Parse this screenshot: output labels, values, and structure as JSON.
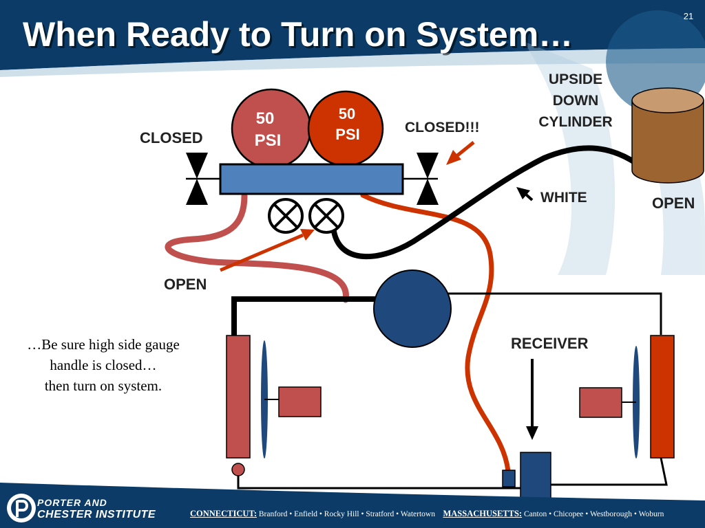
{
  "slide": {
    "number": "21",
    "title": "When Ready to Turn on System…"
  },
  "gauges": {
    "low_value": "50",
    "low_unit": "PSI",
    "high_value": "50",
    "high_unit": "PSI"
  },
  "labels": {
    "closed_left": "CLOSED",
    "closed_right": "CLOSED!!!",
    "open_bottom": "OPEN",
    "cylinder_line1": "UPSIDE",
    "cylinder_line2": "DOWN",
    "cylinder_line3": "CYLINDER",
    "white_hose": "WHITE",
    "open_cylinder": "OPEN",
    "receiver": "RECEIVER"
  },
  "note": {
    "line1": "…Be sure high side gauge",
    "line2": "handle  is closed…",
    "line3": "then turn on system."
  },
  "footer": {
    "logo_line1": "PORTER AND",
    "logo_line2": "CHESTER INSTITUTE",
    "state1": "CONNECTICUT:",
    "state1_towns": "Branford • Enfield • Rocky Hill • Stratford • Watertown",
    "state2": "MASSACHUSETTS:",
    "state2_towns": "Canton • Chicopee • Westborough • Woburn"
  },
  "colors": {
    "navy": "#0b3b66",
    "low_side": "#c0504d",
    "high_side": "#cc3300",
    "manifold": "#4f81bd",
    "compressor": "#1f497d",
    "cylinder": "#9c6430"
  }
}
